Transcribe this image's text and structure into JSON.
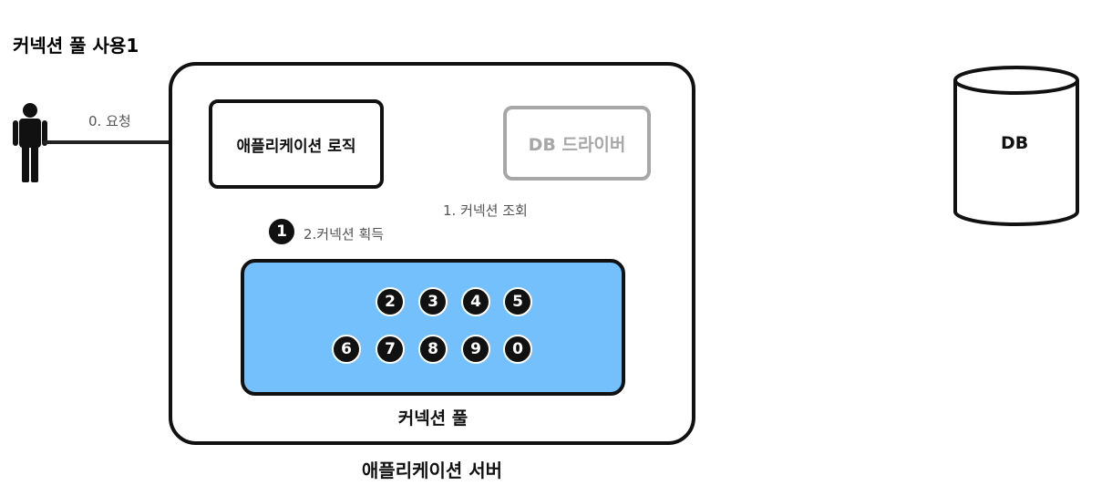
{
  "title": "커넥션 풀 사용1",
  "nodes": {
    "app_server": "애플리케이션 서버",
    "app_logic": "애플리케이션 로직",
    "db_driver": "DB 드라이버",
    "pool": "커넥션 풀",
    "db": "DB"
  },
  "edges": {
    "request": "0. 요청",
    "lookup": "1. 커넥션 조회",
    "acquire": "2.커넥션 획득"
  },
  "connections": {
    "acquired": "1",
    "pool_row1": [
      "2",
      "3",
      "4",
      "5"
    ],
    "pool_row2": [
      "6",
      "7",
      "8",
      "9",
      "0"
    ]
  },
  "colors": {
    "pool_fill": "#74c0fc",
    "disabled_gray": "#a7a7a7",
    "ink": "#111111"
  }
}
